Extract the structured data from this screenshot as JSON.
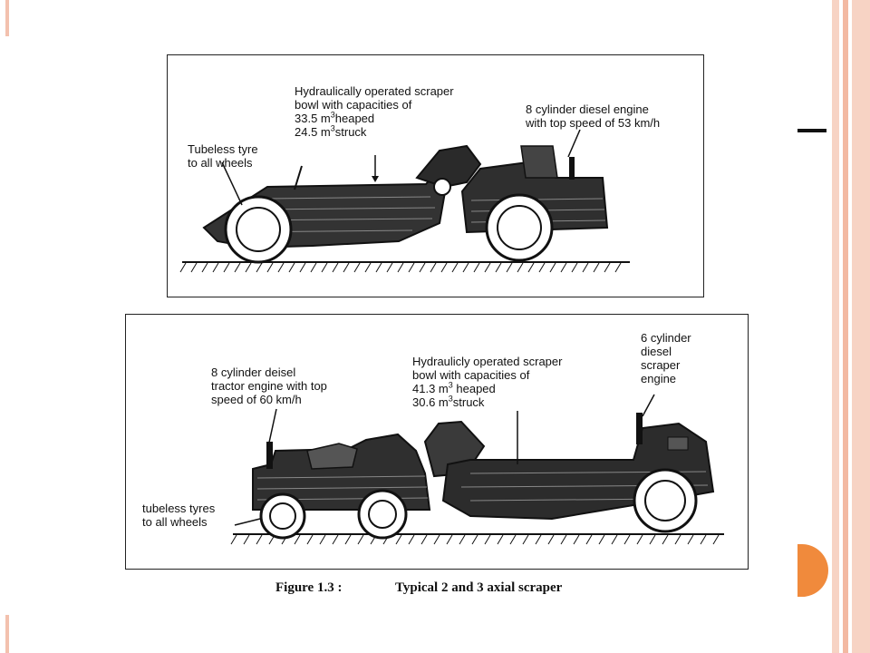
{
  "figure": {
    "caption_number": "Figure 1.3 :",
    "caption_title": "Typical 2 and 3 axial scraper"
  },
  "top_diagram": {
    "bowl_label": {
      "line1": "Hydraulically operated scraper",
      "line2": "bowl with capacities of",
      "line3_value": "33.5 m",
      "line3_sup": "3",
      "line3_suffix": "heaped",
      "line4_value": "24.5 m",
      "line4_sup": "3",
      "line4_suffix": "struck"
    },
    "engine_label": {
      "line1": "8 cylinder diesel engine",
      "line2": "with top speed of 53 km/h"
    },
    "tyre_label": {
      "line1": "Tubeless tyre",
      "line2": "to all wheels"
    }
  },
  "bottom_diagram": {
    "tractor_label": {
      "line1": "8 cylinder deisel",
      "line2": "tractor engine with top",
      "line3": "speed of 60 km/h"
    },
    "bowl_label": {
      "line1": "Hydraulicly operated scraper",
      "line2": "bowl with capacities of",
      "line3_value": "41.3 m",
      "line3_sup": "3",
      "line3_suffix": " heaped",
      "line4_value": "30.6 m",
      "line4_sup": "3",
      "line4_suffix": "struck"
    },
    "scraper_engine_label": {
      "line1": "6 cylinder",
      "line2": "diesel",
      "line3": "scraper",
      "line4": "engine"
    },
    "tyre_label": {
      "line1": "tubeless tyres",
      "line2": "to all wheels"
    }
  },
  "colors": {
    "accent_orange": "#f08a3c",
    "stripe_light": "#f7d3c4",
    "stripe_mid": "#f3b9a2",
    "ink": "#111111"
  }
}
